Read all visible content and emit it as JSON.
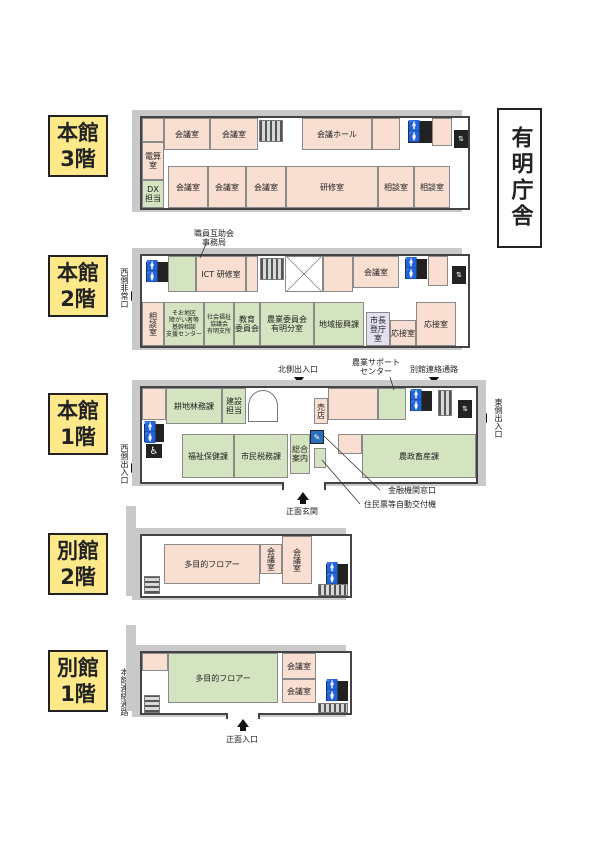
{
  "building_title": "有明庁舎",
  "floors": {
    "main3": {
      "label_1": "本館",
      "label_2": "3階",
      "rooms": {
        "r1": "会議室",
        "r2": "会議室",
        "r3": "会議ホール",
        "r4": "電算室",
        "r5": "DX\n担当",
        "r6": "会議室",
        "r7": "会議室",
        "r8": "会議室",
        "r9": "研修室",
        "r10": "相談室",
        "r11": "相談室"
      }
    },
    "main2": {
      "label_1": "本館",
      "label_2": "2階",
      "rooms": {
        "r1": "ICT 研修室",
        "r2": "会議室",
        "r3": "相談室",
        "r4": "そお地区\n障がい者等\n基幹相談\n支援センター",
        "r5": "社会福祉\n協議会\n有明支所",
        "r6": "教育\n委員会",
        "r7": "農業委員会\n有明分室",
        "r8": "地域振興課",
        "r9": "市長\n登庁室",
        "r10": "応接室",
        "r11": "応接室"
      },
      "notes": {
        "kyosai": "職員互助会\n事務局",
        "west_exit": "西側非常口"
      }
    },
    "main1": {
      "label_1": "本館",
      "label_2": "1階",
      "rooms": {
        "r1": "耕地林務課",
        "r2": "建設\n担当",
        "r3": "売店",
        "r4": "福祉保健課",
        "r5": "市民税務課",
        "r6": "総合\n案内",
        "r7": "農政畜産課"
      },
      "notes": {
        "north_entrance": "北側出入口",
        "nogyo_center": "農業サポート\nセンター",
        "annex_passage": "別館連絡通路",
        "east_entrance": "東側出入口",
        "west_entrance": "西側出入口",
        "atm": "金融機関窓口",
        "kiosk": "住民票等自動交付機",
        "main_entrance": "正面玄関"
      }
    },
    "annex2": {
      "label_1": "別館",
      "label_2": "2階",
      "rooms": {
        "r1": "多目的フロアー",
        "r2": "会議室",
        "r3": "会議室"
      }
    },
    "annex1": {
      "label_1": "別館",
      "label_2": "1階",
      "rooms": {
        "r1": "多目的フロアー",
        "r2": "会議室",
        "r3": "会議室"
      },
      "notes": {
        "main_passage": "本館連絡通路",
        "front_entrance": "正面入口"
      }
    }
  },
  "icons": {
    "restroom": "restroom-icon",
    "elevator": "elevator-icon",
    "wheelchair": "wheelchair-icon",
    "info": "information-icon",
    "arrow": "entrance-arrow-icon"
  },
  "colors": {
    "office": "#f9dfd2",
    "department": "#d5e4c0",
    "mayor": "#e4e0ef",
    "label_bg": "#fde98a"
  }
}
